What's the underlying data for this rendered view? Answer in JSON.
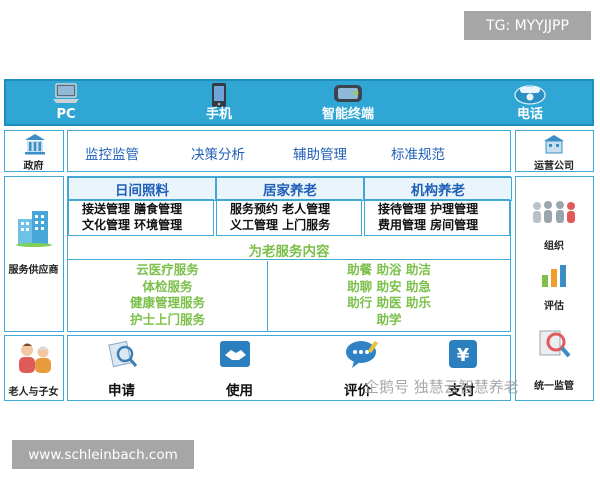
{
  "watermarks": {
    "top_tag": "TG: MYYJJPP",
    "bottom_tag": "www.schleinbach.com",
    "overlay": "企鹅号 独慧云智慧养老"
  },
  "channels": [
    {
      "label": "PC",
      "icon": "laptop-icon"
    },
    {
      "label": "手机",
      "icon": "mobile-phone-icon"
    },
    {
      "label": "智能终端",
      "icon": "smart-terminal-icon"
    },
    {
      "label": "电话",
      "icon": "telephone-icon"
    }
  ],
  "left": {
    "government": "政府",
    "provider": "服务供应商",
    "elderly": "老人与子女"
  },
  "gov_menu": [
    "监控监管",
    "决策分析",
    "辅助管理",
    "标准规范"
  ],
  "categories": [
    {
      "title": "日间照料",
      "line1": "接送管理 膳食管理",
      "line2": "文化管理 环境管理"
    },
    {
      "title": "居家养老",
      "line1": "服务预约 老人管理",
      "line2": "义工管理 上门服务"
    },
    {
      "title": "机构养老",
      "line1": "接待管理 护理管理",
      "line2": "费用管理 房间管理"
    }
  ],
  "services": {
    "title": "为老服务内容",
    "left_lines": [
      "云医疗服务",
      "体检服务",
      "健康管理服务",
      "护士上门服务"
    ],
    "right_lines": [
      "助餐 助浴 助洁",
      "助聊 助安 助急",
      "助行 助医 助乐",
      "助学"
    ]
  },
  "actions": [
    {
      "label": "申请",
      "icon": "apply-magnifier-icon"
    },
    {
      "label": "使用",
      "icon": "handshake-icon"
    },
    {
      "label": "评价",
      "icon": "chat-bubble-icon"
    },
    {
      "label": "支付",
      "icon": "yen-payment-icon"
    }
  ],
  "right": {
    "operator": "运营公司",
    "organization": "组织",
    "evaluation": "评估",
    "oversight": "统一监管"
  },
  "colors": {
    "bar_blue": "#2fa6d3",
    "border_blue": "#41a8d4",
    "title_blue": "#1f5fb8",
    "service_green": "#7cc04b"
  }
}
